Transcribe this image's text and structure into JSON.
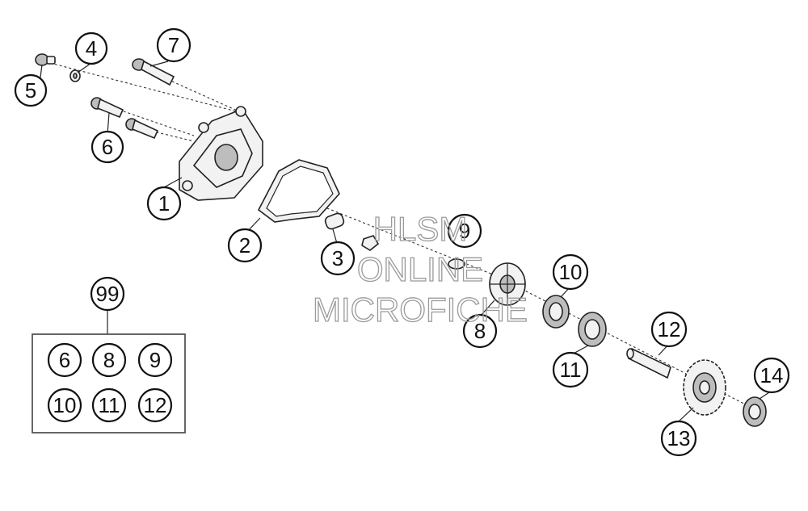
{
  "callouts": [
    {
      "id": "c1",
      "label": "1"
    },
    {
      "id": "c2",
      "label": "2"
    },
    {
      "id": "c3",
      "label": "3"
    },
    {
      "id": "c4",
      "label": "4"
    },
    {
      "id": "c5",
      "label": "5"
    },
    {
      "id": "c6",
      "label": "6"
    },
    {
      "id": "c7",
      "label": "7"
    },
    {
      "id": "c8",
      "label": "8"
    },
    {
      "id": "c9",
      "label": "9"
    },
    {
      "id": "c10",
      "label": "10"
    },
    {
      "id": "c11",
      "label": "11"
    },
    {
      "id": "c12",
      "label": "12"
    },
    {
      "id": "c13",
      "label": "13"
    },
    {
      "id": "c14",
      "label": "14"
    }
  ],
  "kit": {
    "label": "99",
    "items": [
      "6",
      "8",
      "9",
      "10",
      "11",
      "12"
    ]
  },
  "watermark": {
    "line1": "HLSM",
    "line2": "ONLINE",
    "line3": "MICROFICHE"
  }
}
